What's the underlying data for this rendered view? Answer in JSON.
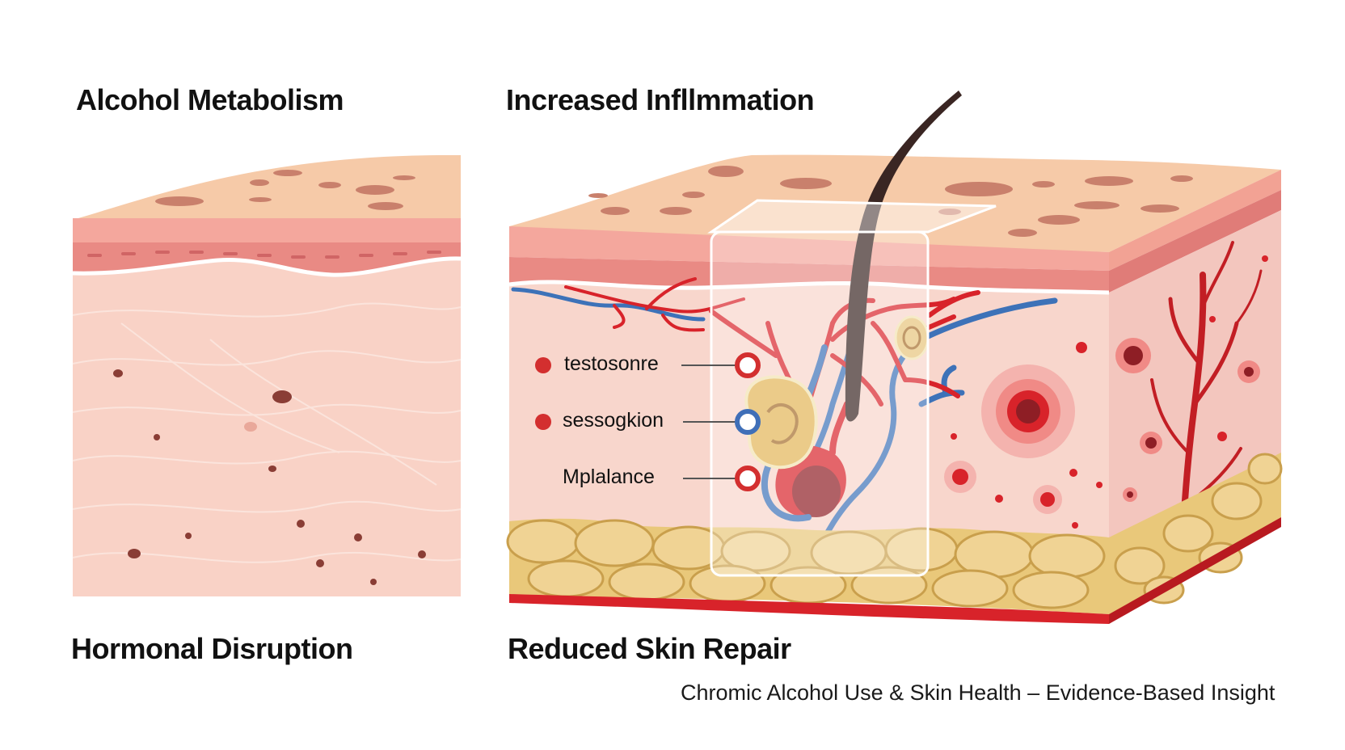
{
  "headings": {
    "top_left": "Alcohol Metabolism",
    "top_right": "Increased Infllmmation",
    "bottom_left": "Hormonal Disruption",
    "bottom_right": "Reduced Skin Repair"
  },
  "legend": [
    {
      "label": "testosonre",
      "marker_color": "#d32f2f",
      "end_color": "#d32f2f"
    },
    {
      "label": "sessogkion",
      "marker_color": "#d32f2f",
      "end_color": "#3f6fb8"
    },
    {
      "label": "Mplalance",
      "marker_color": "",
      "end_color": "#d32f2f"
    }
  ],
  "caption": "Chromic Alcohol Use & Skin Health – Evidence-Based Insight",
  "colors": {
    "epidermis": "#f6c9a8",
    "dermis": "#f8d3c8",
    "artery": "#d8232a",
    "vein": "#3d72b8",
    "fat": "#e9c87a",
    "hair": "#3a2623"
  }
}
